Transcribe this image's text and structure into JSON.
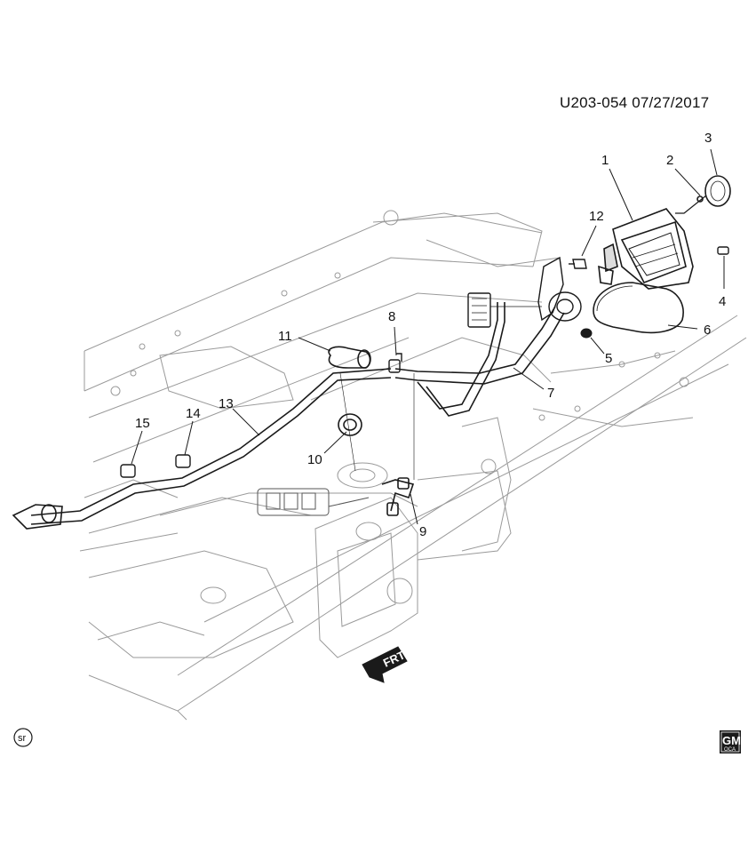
{
  "header": {
    "doc_id": "U203-054  07/27/2017"
  },
  "callouts": [
    {
      "id": "c1",
      "label": "1"
    },
    {
      "id": "c2",
      "label": "2"
    },
    {
      "id": "c3",
      "label": "3"
    },
    {
      "id": "c4",
      "label": "4"
    },
    {
      "id": "c5",
      "label": "5"
    },
    {
      "id": "c6",
      "label": "6"
    },
    {
      "id": "c7",
      "label": "7"
    },
    {
      "id": "c8",
      "label": "8"
    },
    {
      "id": "c9",
      "label": "9"
    },
    {
      "id": "c10",
      "label": "10"
    },
    {
      "id": "c11",
      "label": "11"
    },
    {
      "id": "c12",
      "label": "12"
    },
    {
      "id": "c13",
      "label": "13"
    },
    {
      "id": "c14",
      "label": "14"
    },
    {
      "id": "c15",
      "label": "15"
    }
  ],
  "direction_arrow": {
    "label": "FRT"
  },
  "sr_mark": {
    "label": "sr"
  },
  "gm_logo": {
    "label": "GM",
    "sub": "OCA"
  },
  "colors": {
    "line": "#1a1a1a",
    "frame": "#8a8a8a",
    "background": "#ffffff"
  }
}
